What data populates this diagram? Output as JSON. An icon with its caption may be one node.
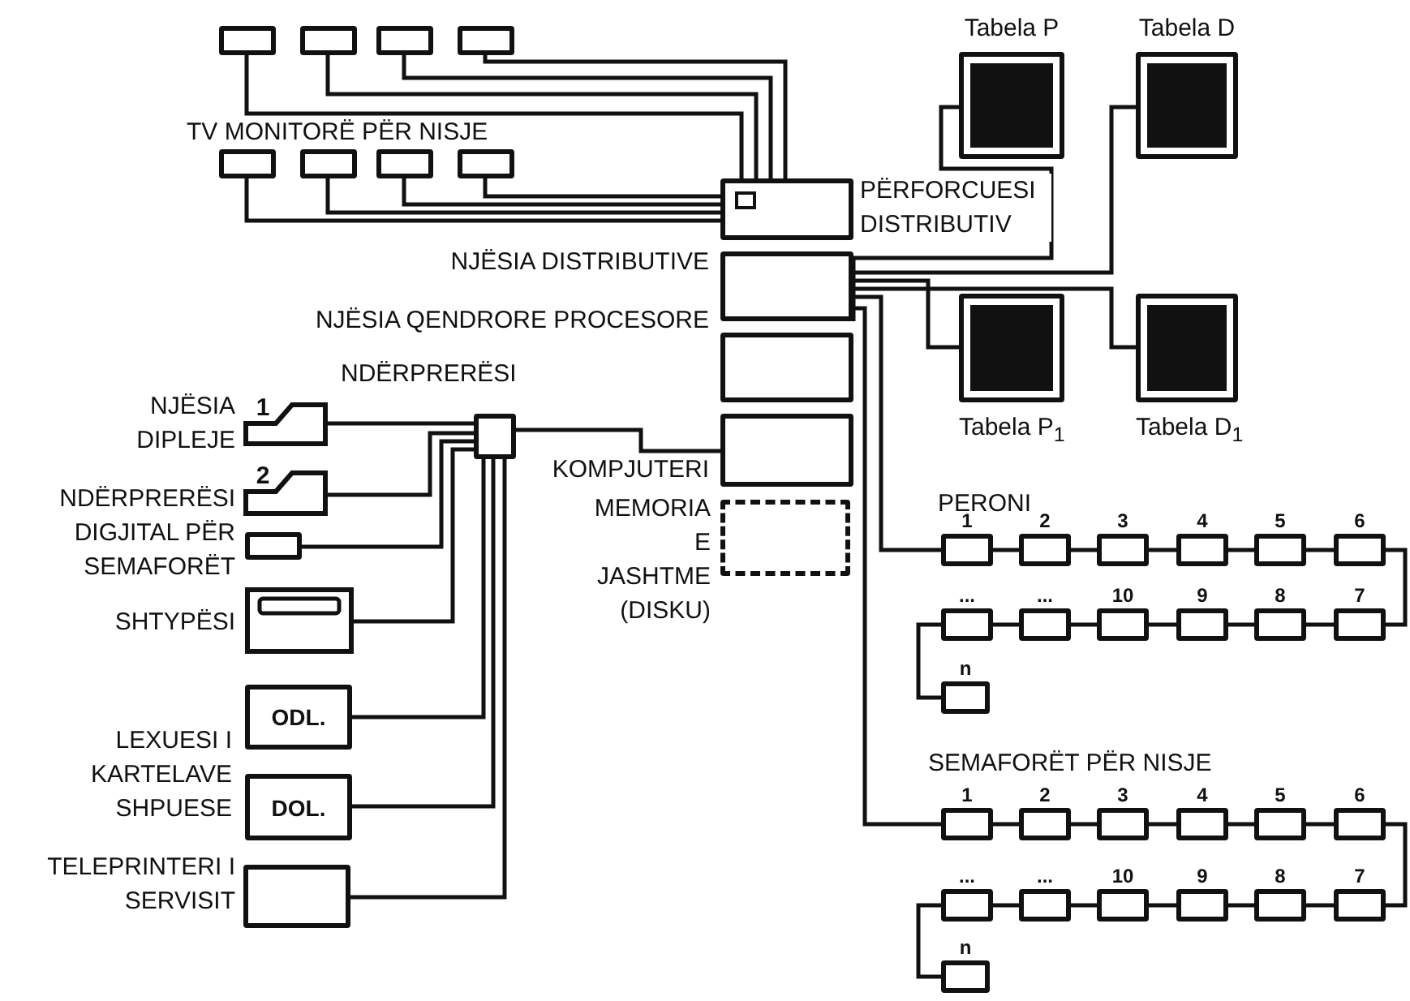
{
  "diagram": {
    "nodes": [
      {
        "text": [],
        "shape": "box"
      },
      {
        "text": [],
        "shape": "box"
      },
      {
        "text": [],
        "shape": "box"
      },
      {
        "text": [],
        "shape": "box"
      },
      {
        "text": [],
        "shape": "box"
      },
      {
        "text": [],
        "shape": "box"
      },
      {
        "text": [],
        "shape": "box"
      },
      {
        "text": [],
        "shape": "box"
      },
      {
        "text": [
          "PËRFORCUESI DISTRIBUTIV"
        ]
      },
      {
        "text": [
          "NJËSIA DISTRIBUTIVE"
        ]
      },
      {
        "text": [
          "NJËSIA QENDRORE PROCESORE"
        ]
      },
      {
        "text": [
          "KOMPJUTERI"
        ]
      },
      {
        "text": [
          "MEMORIA E JASHTME (DISKU)"
        ]
      },
      {
        "text": [
          "Tabela P"
        ]
      },
      {
        "text": [
          "Tabela D"
        ]
      },
      {
        "text": [
          "Tabela P$_{1}$"
        ]
      },
      {
        "text": [
          "Tabela D$_{1}$"
        ]
      },
      {
        "text": [
          "NDËRPRERËSI"
        ]
      },
      {
        "text": [
          "NJËSIA DIPLEJE",
          "1"
        ]
      },
      {
        "text": [
          "2"
        ]
      },
      {
        "text": [
          "NDËRPRERËSI DIGJITAL PËR SEMAFORËT"
        ]
      },
      {
        "text": [
          "SHTYPËSI"
        ]
      },
      {
        "text": [
          "ODL."
        ]
      },
      {
        "text": [
          "DOL."
        ]
      },
      {
        "text": [
          "TELEPRINTERI I SERVISIT"
        ]
      },
      {
        "text": [
          "1"
        ]
      },
      {
        "text": [
          "2"
        ]
      },
      {
        "text": [
          "3"
        ]
      },
      {
        "text": [
          "4"
        ]
      },
      {
        "text": [
          "5"
        ]
      },
      {
        "text": [
          "6"
        ]
      },
      {
        "text": [
          "..."
        ]
      },
      {
        "text": [
          "..."
        ]
      },
      {
        "text": [
          "10"
        ]
      },
      {
        "text": [
          "9"
        ]
      },
      {
        "text": [
          "8"
        ]
      },
      {
        "text": [
          "7"
        ]
      },
      {
        "text": [
          "n"
        ]
      },
      {
        "text": [
          "1"
        ]
      },
      {
        "text": [
          "2"
        ]
      },
      {
        "text": [
          "3"
        ]
      },
      {
        "text": [
          "4"
        ]
      },
      {
        "text": [
          "5"
        ]
      },
      {
        "text": [
          "6"
        ]
      },
      {
        "text": [
          "..."
        ]
      },
      {
        "text": [
          "..."
        ]
      },
      {
        "text": [
          "10"
        ]
      },
      {
        "text": [
          "9"
        ]
      },
      {
        "text": [
          "8"
        ]
      },
      {
        "text": [
          "7"
        ]
      },
      {
        "text": [
          "n"
        ]
      }
    ],
    "edges": [
      {
        "from": 0,
        "to": 8,
        "arrow": "none"
      },
      {
        "from": 1,
        "to": 8,
        "arrow": "none"
      },
      {
        "from": 2,
        "to": 8,
        "arrow": "none"
      },
      {
        "from": 3,
        "to": 8,
        "arrow": "none"
      },
      {
        "from": 4,
        "to": 8,
        "arrow": "none"
      },
      {
        "from": 5,
        "to": 8,
        "arrow": "none"
      },
      {
        "from": 6,
        "to": 8,
        "arrow": "none"
      },
      {
        "from": 7,
        "to": 8,
        "arrow": "none"
      },
      {
        "from": 9,
        "to": 13,
        "arrow": "none"
      },
      {
        "from": 9,
        "to": 14,
        "arrow": "none"
      },
      {
        "from": 9,
        "to": 15,
        "arrow": "none"
      },
      {
        "from": 9,
        "to": 16,
        "arrow": "none"
      },
      {
        "from": 9,
        "to": 25,
        "arrow": "none"
      },
      {
        "from": 9,
        "to": 38,
        "arrow": "none"
      },
      {
        "from": 18,
        "to": 17,
        "arrow": "none"
      },
      {
        "from": 19,
        "to": 17,
        "arrow": "none"
      },
      {
        "from": 20,
        "to": 17,
        "arrow": "none"
      },
      {
        "from": 21,
        "to": 17,
        "arrow": "none"
      },
      {
        "from": 22,
        "to": 17,
        "arrow": "none"
      },
      {
        "from": 23,
        "to": 17,
        "arrow": "none"
      },
      {
        "from": 24,
        "to": 17,
        "arrow": "none"
      },
      {
        "from": 17,
        "to": 11,
        "arrow": "none"
      },
      {
        "from": 25,
        "to": 26,
        "arrow": "none"
      },
      {
        "from": 26,
        "to": 27,
        "arrow": "none"
      },
      {
        "from": 27,
        "to": 28,
        "arrow": "none"
      },
      {
        "from": 28,
        "to": 29,
        "arrow": "none"
      },
      {
        "from": 29,
        "to": 30,
        "arrow": "none"
      },
      {
        "from": 30,
        "to": 36,
        "arrow": "none"
      },
      {
        "from": 36,
        "to": 35,
        "arrow": "none"
      },
      {
        "from": 35,
        "to": 34,
        "arrow": "none"
      },
      {
        "from": 34,
        "to": 33,
        "arrow": "none"
      },
      {
        "from": 33,
        "to": 32,
        "arrow": "none"
      },
      {
        "from": 32,
        "to": 31,
        "arrow": "none"
      },
      {
        "from": 31,
        "to": 37,
        "arrow": "none"
      },
      {
        "from": 38,
        "to": 39,
        "arrow": "none"
      },
      {
        "from": 39,
        "to": 40,
        "arrow": "none"
      },
      {
        "from": 40,
        "to": 41,
        "arrow": "none"
      },
      {
        "from": 41,
        "to": 42,
        "arrow": "none"
      },
      {
        "from": 42,
        "to": 43,
        "arrow": "none"
      },
      {
        "from": 43,
        "to": 49,
        "arrow": "none"
      },
      {
        "from": 49,
        "to": 48,
        "arrow": "none"
      },
      {
        "from": 48,
        "to": 47,
        "arrow": "none"
      },
      {
        "from": 47,
        "to": 46,
        "arrow": "none"
      },
      {
        "from": 46,
        "to": 45,
        "arrow": "none"
      },
      {
        "from": 45,
        "to": 44,
        "arrow": "none"
      },
      {
        "from": 44,
        "to": 50,
        "arrow": "none"
      }
    ],
    "labels": [
      "TV MONITORË PËR NISJE",
      "LEXUESI I KARTELAVE SHPUESE",
      "PERONI",
      "SEMAFORËT PËR NISJE"
    ]
  }
}
